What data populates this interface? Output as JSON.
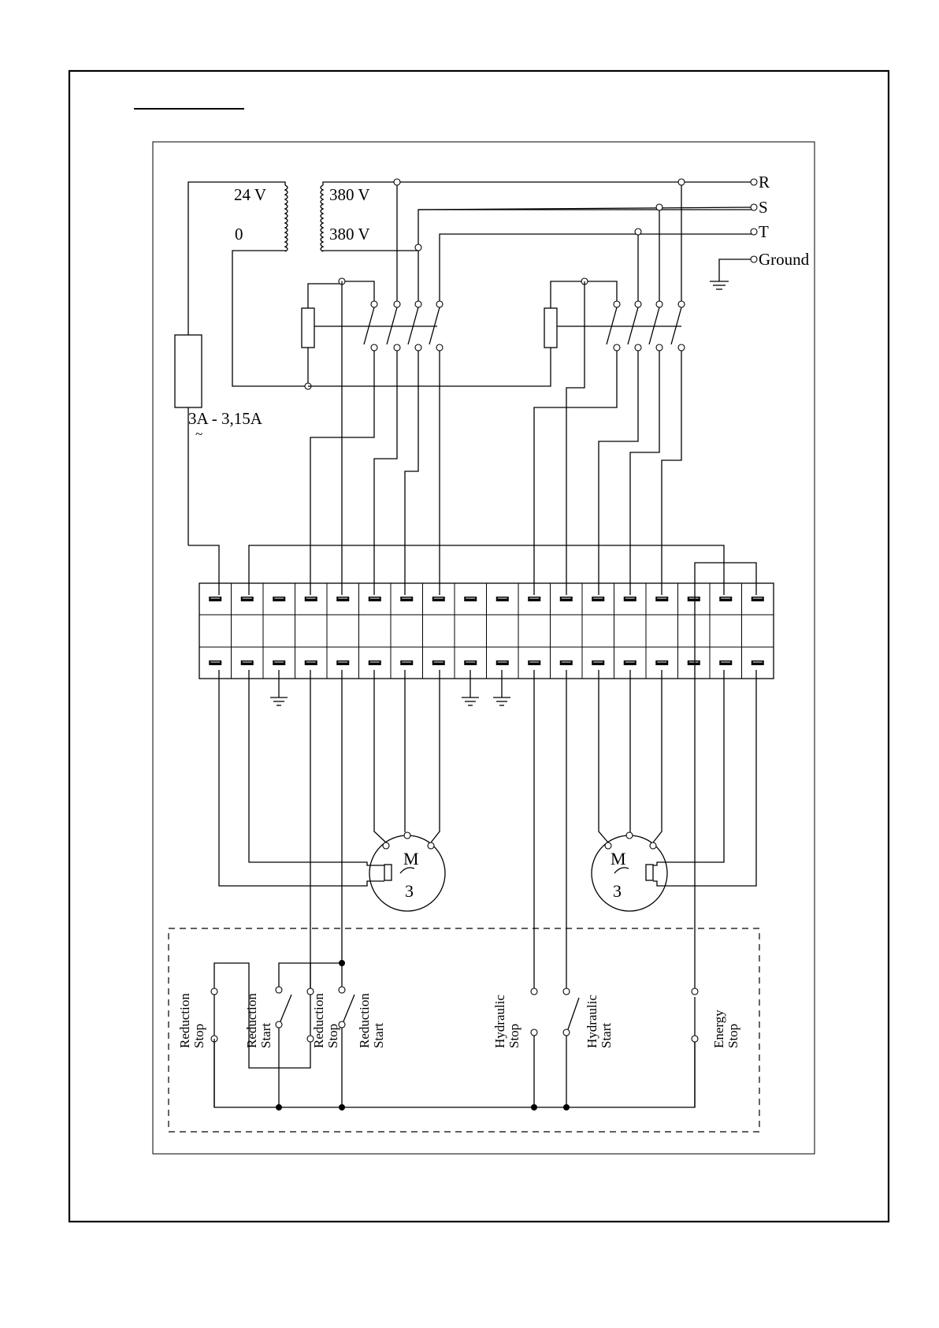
{
  "transformer": {
    "secondary_voltage": "24 V",
    "secondary_zero": "0",
    "primary_voltage_1": "380 V",
    "primary_voltage_2": "380 V"
  },
  "supply": {
    "phase_r": "R",
    "phase_s": "S",
    "phase_t": "T",
    "ground": "Ground"
  },
  "fuse": {
    "rating": "3A - 3,15A",
    "symbol": "~"
  },
  "motors": [
    {
      "letter": "M",
      "phases": "3"
    },
    {
      "letter": "M",
      "phases": "3"
    }
  ],
  "terminal_block": {
    "count": 18
  },
  "controls": [
    {
      "line1": "Reduction",
      "line2": "Stop"
    },
    {
      "line1": "Reduction",
      "line2": "Start"
    },
    {
      "line1": "Reduction",
      "line2": "Stop"
    },
    {
      "line1": "Reduction",
      "line2": "Start"
    },
    {
      "line1": "Hydraulic",
      "line2": "Stop"
    },
    {
      "line1": "Hydraulic",
      "line2": "Start"
    },
    {
      "line1": "Energy",
      "line2": "Stop"
    }
  ]
}
